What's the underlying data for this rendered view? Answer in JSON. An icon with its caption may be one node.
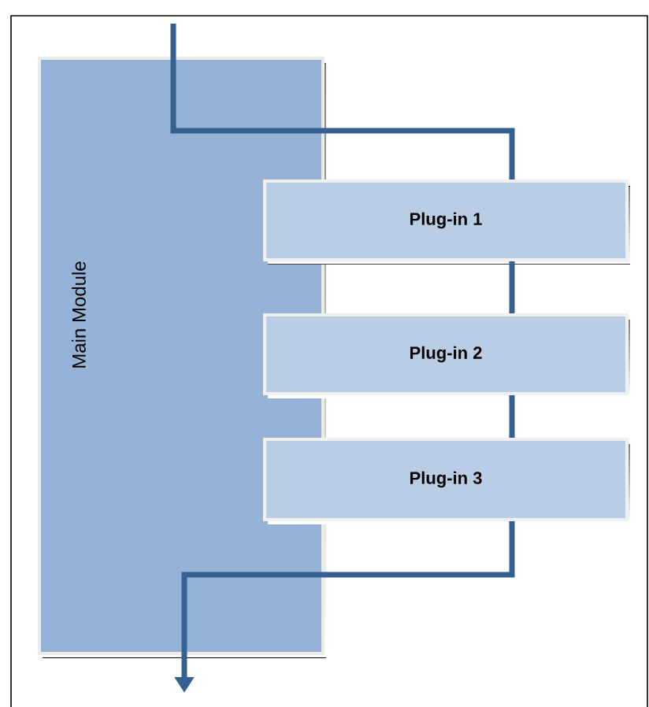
{
  "diagram": {
    "nodes": [
      {
        "text": [
          "Main Module"
        ]
      },
      {
        "text": [
          "Plug-in 1"
        ]
      },
      {
        "text": [
          "Plug-in 2"
        ]
      },
      {
        "text": [
          "Plug-in 3"
        ]
      }
    ],
    "edges": [
      {
        "from": null,
        "to": 1,
        "arrow": "none"
      },
      {
        "from": 1,
        "to": 2,
        "arrow": "none"
      },
      {
        "from": 2,
        "to": 3,
        "arrow": "none"
      },
      {
        "from": 3,
        "to": null,
        "arrow": "to"
      }
    ]
  }
}
